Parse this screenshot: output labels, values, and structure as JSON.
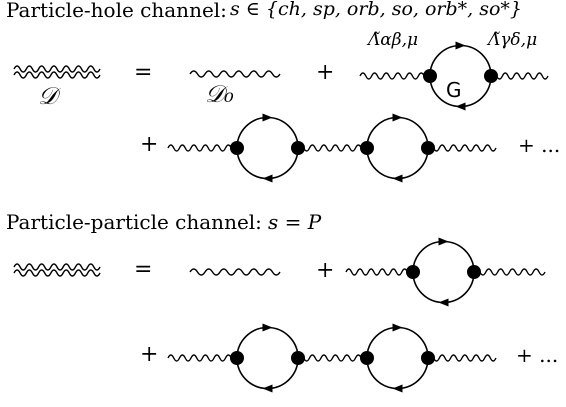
{
  "particle_hole": {
    "title": "Particle-hole channel:",
    "condition": "s ∈ {ch, sp, orb, so, orb*, so*}",
    "lhs_label": "𝒟",
    "d0_label": "𝒟₀",
    "equals": "=",
    "plus": "+",
    "vertex_left": "Λ̃αβ,μ",
    "vertex_right": "Λ̃γδ,μ",
    "green_function": "G",
    "ellipsis": "+ ..."
  },
  "particle_particle": {
    "title": "Particle-particle channel:",
    "condition": "s = P",
    "equals": "=",
    "plus": "+",
    "ellipsis": "+ ..."
  }
}
